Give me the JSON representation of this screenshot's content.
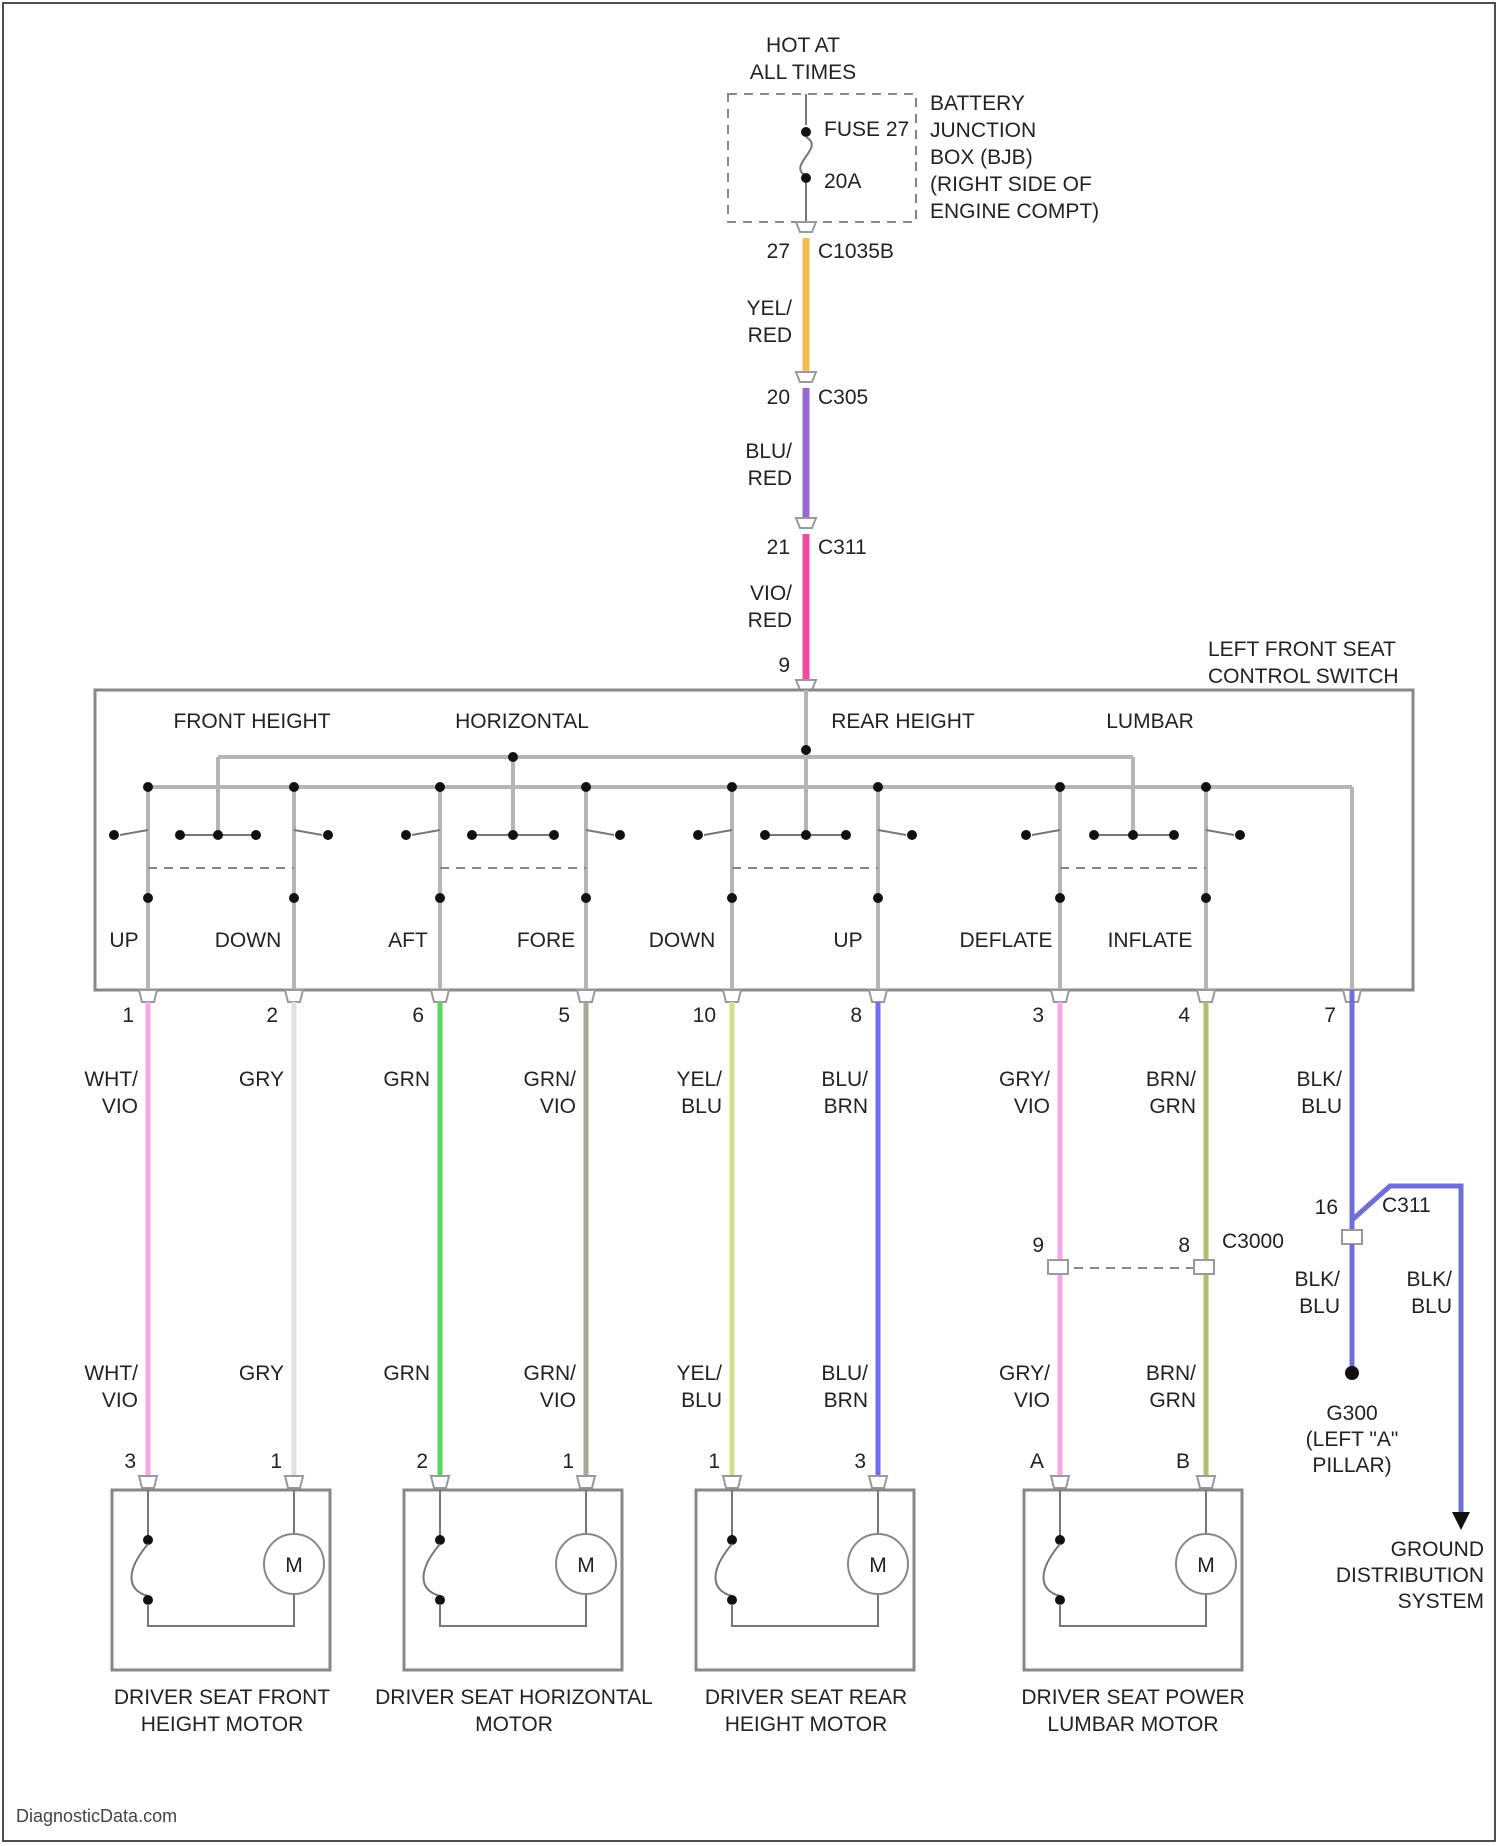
{
  "power_source": {
    "hot_label": [
      "HOT AT",
      "ALL TIMES"
    ],
    "fuse_name": "FUSE 27",
    "fuse_rating": "20A",
    "box_label": [
      "BATTERY",
      "JUNCTION",
      "BOX (BJB)",
      "(RIGHT SIDE OF",
      "ENGINE COMPT)"
    ]
  },
  "feed_connectors": [
    {
      "pin": "27",
      "name": "C1035B"
    },
    {
      "pin": "20",
      "name": "C305"
    },
    {
      "pin": "21",
      "name": "C311"
    },
    {
      "pin": "9",
      "name": ""
    }
  ],
  "feed_wires": [
    {
      "label": [
        "YEL/",
        "RED"
      ],
      "color": "#f2bd54"
    },
    {
      "label": [
        "BLU/",
        "RED"
      ],
      "color": "#9a66d6"
    },
    {
      "label": [
        "VIO/",
        "RED"
      ],
      "color": "#f24aa3"
    }
  ],
  "switch": {
    "title": [
      "LEFT FRONT SEAT",
      "CONTROL SWITCH"
    ],
    "groups": [
      "FRONT HEIGHT",
      "HORIZONTAL",
      "REAR HEIGHT",
      "LUMBAR"
    ],
    "positions": [
      "UP",
      "DOWN",
      "AFT",
      "FORE",
      "DOWN",
      "UP",
      "DEFLATE",
      "INFLATE"
    ]
  },
  "output_wires": [
    {
      "pin": "1",
      "label": [
        "WHT/",
        "VIO"
      ],
      "color": "#f7a7e6",
      "motor_pin": "3",
      "motor_label": [
        "WHT/",
        "VIO"
      ]
    },
    {
      "pin": "2",
      "label": [
        "GRY"
      ],
      "color": "#e0e0e0",
      "motor_pin": "1",
      "motor_label": [
        "GRY"
      ]
    },
    {
      "pin": "6",
      "label": [
        "GRN"
      ],
      "color": "#5cd65c",
      "motor_pin": "2",
      "motor_label": [
        "GRN"
      ]
    },
    {
      "pin": "5",
      "label": [
        "GRN/",
        "VIO"
      ],
      "color": "#a6aa96",
      "motor_pin": "1",
      "motor_label": [
        "GRN/",
        "VIO"
      ]
    },
    {
      "pin": "10",
      "label": [
        "YEL/",
        "BLU"
      ],
      "color": "#d4df8e",
      "motor_pin": "1",
      "motor_label": [
        "YEL/",
        "BLU"
      ]
    },
    {
      "pin": "8",
      "label": [
        "BLU/",
        "BRN"
      ],
      "color": "#6d6ff0",
      "motor_pin": "3",
      "motor_label": [
        "BLU/",
        "BRN"
      ]
    },
    {
      "pin": "3",
      "label": [
        "GRY/",
        "VIO"
      ],
      "color": "#f7a7e6",
      "motor_pin": "A",
      "motor_label": [
        "GRY/",
        "VIO"
      ]
    },
    {
      "pin": "4",
      "label": [
        "BRN/",
        "GRN"
      ],
      "color": "#b4bd6a",
      "motor_pin": "B",
      "motor_label": [
        "BRN/",
        "GRN"
      ]
    }
  ],
  "ground_wire": {
    "pin": "7",
    "label": [
      "BLK/",
      "BLU"
    ],
    "color": "#6d6fd6"
  },
  "c3000": {
    "name": "C3000",
    "pins": [
      "9",
      "8"
    ]
  },
  "c311": {
    "name": "C311",
    "pin": "16"
  },
  "ground_labels": {
    "wire_a": [
      "BLK/",
      "BLU"
    ],
    "wire_b": [
      "BLK/",
      "BLU"
    ],
    "g300": [
      "G300",
      "(LEFT \"A\"",
      "PILLAR)"
    ],
    "distribution": [
      "GROUND",
      "DISTRIBUTION",
      "SYSTEM"
    ]
  },
  "motors": [
    {
      "label": [
        "DRIVER SEAT FRONT",
        "HEIGHT MOTOR"
      ],
      "symbol": "M"
    },
    {
      "label": [
        "DRIVER SEAT HORIZONTAL",
        "MOTOR"
      ],
      "symbol": "M"
    },
    {
      "label": [
        "DRIVER SEAT REAR",
        "HEIGHT MOTOR"
      ],
      "symbol": "M"
    },
    {
      "label": [
        "DRIVER SEAT POWER",
        "LUMBAR MOTOR"
      ],
      "symbol": "M"
    }
  ],
  "footer": "DiagnosticData.com"
}
